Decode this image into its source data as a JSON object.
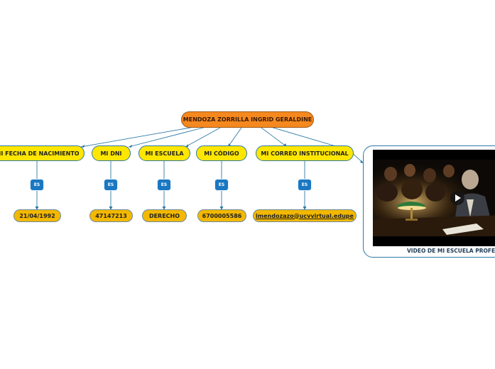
{
  "root": {
    "label": "MENDOZA ZORRILLA INGRID GERALDINE"
  },
  "connector_label": "ES",
  "branches": [
    {
      "topic": "MI FECHA DE NACIMIENTO",
      "value": "21/04/1992"
    },
    {
      "topic": "MI DNI",
      "value": "47147213"
    },
    {
      "topic": "MI ESCUELA",
      "value": "DERECHO"
    },
    {
      "topic": "MI CÓDIGO",
      "value": "6700005586"
    },
    {
      "topic": "MI CORREO INSTITUCIONAL",
      "value": "imendozazo@ucvvirtual.edupe"
    }
  ],
  "video": {
    "caption": "VIDEO DE MI ESCUELA PROFESIONAL",
    "play_icon": "play-icon"
  },
  "colors": {
    "root_fill": "#f5891f",
    "topic_fill": "#ffe600",
    "value_fill": "#f3b800",
    "tag_fill": "#1a78c2",
    "line": "#2d79a6"
  }
}
